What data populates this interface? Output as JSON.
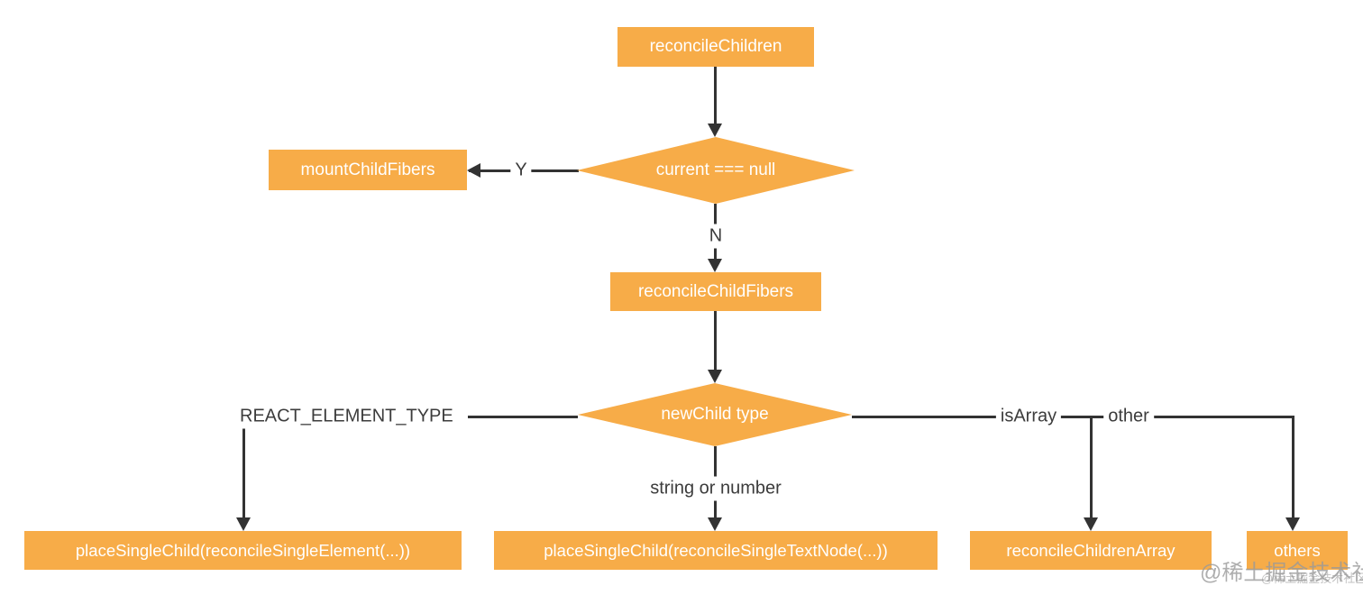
{
  "diagram": {
    "title_hint": "React reconcileChildren flowchart",
    "colors": {
      "node_fill": "#F7AC48",
      "node_text": "#FFFFFF",
      "line": "#333333",
      "label_text": "#3C3C3C",
      "watermark": "#9A9A9A",
      "background": "#FFFFFF"
    },
    "nodes": {
      "reconcile_children": "reconcileChildren",
      "current_null_decision": "current === null",
      "mount_child_fibers": "mountChildFibers",
      "reconcile_child_fibers": "reconcileChildFibers",
      "new_child_type_decision": "newChild type",
      "place_single_element": "placeSingleChild(reconcileSingleElement(...))",
      "place_single_text_node": "placeSingleChild(reconcileSingleTextNode(...))",
      "reconcile_children_array": "reconcileChildrenArray",
      "others": "others"
    },
    "edge_labels": {
      "yes": "Y",
      "no": "N",
      "react_element_type": "REACT_ELEMENT_TYPE",
      "string_or_number": "string or number",
      "is_array": "isArray",
      "other": "other"
    },
    "watermark": {
      "large": "@稀土掘金技术社区",
      "small": "@稀土掘金技术社区"
    }
  }
}
